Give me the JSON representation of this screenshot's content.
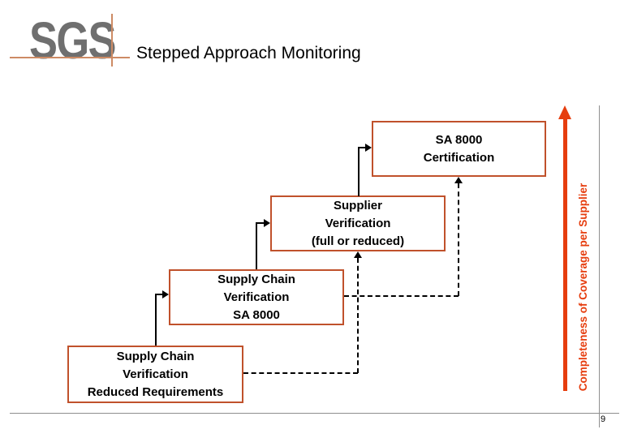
{
  "header": {
    "logo": "SGS",
    "title": "Stepped Approach Monitoring"
  },
  "diagram": {
    "boxes": [
      {
        "name": "sa8000-certification",
        "lines": [
          "SA 8000",
          "Certification"
        ]
      },
      {
        "name": "supplier-verification",
        "lines": [
          "Supplier",
          "Verification",
          "(full or reduced)"
        ]
      },
      {
        "name": "supply-chain-sa8000",
        "lines": [
          "Supply Chain",
          "Verification",
          "SA 8000"
        ]
      },
      {
        "name": "supply-chain-reduced",
        "lines": [
          "Supply Chain",
          "Verification",
          "Reduced Requirements"
        ]
      }
    ],
    "connections": [
      {
        "from": "supplier-verification",
        "to": "sa8000-certification",
        "style": "solid"
      },
      {
        "from": "supply-chain-sa8000",
        "to": "supplier-verification",
        "style": "solid"
      },
      {
        "from": "supply-chain-reduced",
        "to": "supply-chain-sa8000",
        "style": "solid"
      },
      {
        "from": "supply-chain-reduced",
        "to": "supplier-verification",
        "style": "dashed"
      },
      {
        "from": "supply-chain-sa8000",
        "to": "sa8000-certification",
        "style": "dashed"
      }
    ],
    "axis_label": "Completeness of Coverage per Supplier"
  },
  "footer": {
    "page_number": "9"
  },
  "colors": {
    "box_border": "#c0512b",
    "accent_arrow": "#e63d0e",
    "logo_grey": "#6f6f6f",
    "logo_line_orange": "#cd8b64",
    "frame_line_grey": "#8f8f8f",
    "connector_black": "#000000"
  }
}
